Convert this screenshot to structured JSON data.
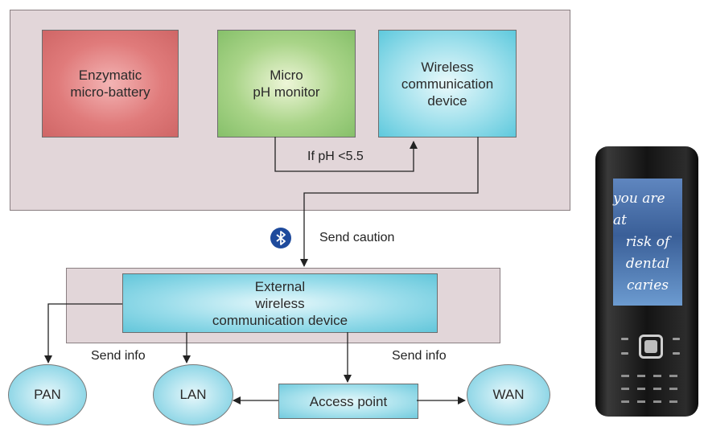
{
  "sensor_boxes": {
    "battery": [
      "Enzymatic",
      "micro-battery"
    ],
    "ph_monitor": [
      "Micro",
      "pH monitor"
    ],
    "wireless": [
      "Wireless",
      "communication",
      "device"
    ]
  },
  "condition_label": "If pH <5.5",
  "send_caution_label": "Send caution",
  "external_device": [
    "External",
    "wireless",
    "communication device"
  ],
  "send_info_left": "Send info",
  "send_info_right": "Send info",
  "access_point": "Access point",
  "networks": {
    "pan": "PAN",
    "lan": "LAN",
    "wan": "WAN"
  },
  "phone_message": [
    "you are at",
    "risk of",
    "dental",
    "caries"
  ],
  "icons": {
    "bluetooth": "bluetooth-icon"
  },
  "colors": {
    "panel": "#e2d6d9",
    "battery": "#e07b7b",
    "ph": "#a9d488",
    "wireless": "#5ec9dd",
    "bluetooth": "#1e4a9c"
  }
}
